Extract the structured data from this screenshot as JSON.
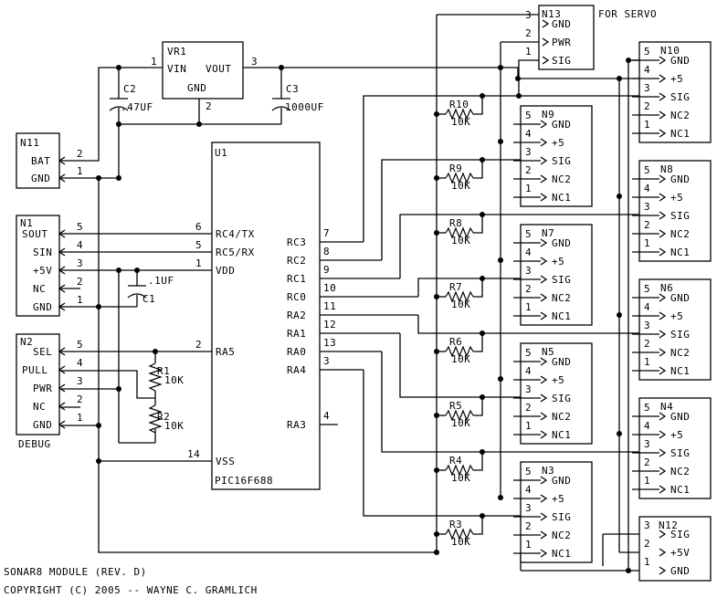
{
  "title": "SONAR8 MODULE (REV. D)",
  "copyright": "COPYRIGHT (C) 2005 -- WAYNE C. GRAMLICH",
  "servo_note": "FOR SERVO",
  "debug_label": "DEBUG",
  "vr1": {
    "name": "VR1",
    "pin_in": "VIN",
    "pin_out": "VOUT",
    "pin_gnd": "GND",
    "n_in": "1",
    "n_out": "3",
    "n_gnd": "2"
  },
  "u1": {
    "name": "U1",
    "part": "PIC16F688",
    "left_pins": [
      {
        "num": "6",
        "name": "RC4/TX"
      },
      {
        "num": "5",
        "name": "RC5/RX"
      },
      {
        "num": "1",
        "name": "VDD"
      },
      {
        "num": "2",
        "name": "RA5"
      },
      {
        "num": "14",
        "name": "VSS"
      }
    ],
    "right_pins": [
      {
        "num": "7",
        "name": "RC3"
      },
      {
        "num": "8",
        "name": "RC2"
      },
      {
        "num": "9",
        "name": "RC1"
      },
      {
        "num": "10",
        "name": "RC0"
      },
      {
        "num": "11",
        "name": "RA2"
      },
      {
        "num": "12",
        "name": "RA1"
      },
      {
        "num": "13",
        "name": "RA0"
      },
      {
        "num": "3",
        "name": "RA4"
      },
      {
        "num": "4",
        "name": "RA3"
      }
    ]
  },
  "caps": [
    {
      "name": "C2",
      "value": ".47UF"
    },
    {
      "name": "C3",
      "value": "1000UF"
    },
    {
      "name": "C1",
      "value": ".1UF"
    }
  ],
  "n11": {
    "name": "N11",
    "pins": [
      {
        "num": "2",
        "name": "BAT"
      },
      {
        "num": "1",
        "name": "GND"
      }
    ]
  },
  "n1": {
    "name": "N1",
    "pins": [
      {
        "num": "5",
        "name": "SOUT"
      },
      {
        "num": "4",
        "name": "SIN"
      },
      {
        "num": "3",
        "name": "+5V"
      },
      {
        "num": "2",
        "name": "NC"
      },
      {
        "num": "1",
        "name": "GND"
      }
    ]
  },
  "n2": {
    "name": "N2",
    "pins": [
      {
        "num": "5",
        "name": "SEL"
      },
      {
        "num": "4",
        "name": "PULL"
      },
      {
        "num": "3",
        "name": "PWR"
      },
      {
        "num": "2",
        "name": "NC"
      },
      {
        "num": "1",
        "name": "GND"
      }
    ]
  },
  "r_debug": [
    {
      "name": "R1",
      "value": "10K"
    },
    {
      "name": "R2",
      "value": "10K"
    }
  ],
  "n13": {
    "name": "N13",
    "pins": [
      {
        "num": "3",
        "name": "GND"
      },
      {
        "num": "2",
        "name": "PWR"
      },
      {
        "num": "1",
        "name": "SIG"
      }
    ]
  },
  "n12": {
    "name": "N12",
    "pins": [
      {
        "num": "3",
        "name": "SIG"
      },
      {
        "num": "2",
        "name": "+5V"
      },
      {
        "num": "1",
        "name": "GND"
      }
    ]
  },
  "sonar_pins": [
    {
      "num": "5",
      "name": "GND"
    },
    {
      "num": "4",
      "name": "+5"
    },
    {
      "num": "3",
      "name": "SIG"
    },
    {
      "num": "2",
      "name": "NC2"
    },
    {
      "num": "1",
      "name": "NC1"
    }
  ],
  "sonar_connectors": [
    "N10",
    "N9",
    "N8",
    "N7",
    "N6",
    "N5",
    "N4",
    "N3"
  ],
  "pullups": [
    {
      "name": "R10",
      "value": "10K"
    },
    {
      "name": "R9",
      "value": "10K"
    },
    {
      "name": "R8",
      "value": "10K"
    },
    {
      "name": "R7",
      "value": "10K"
    },
    {
      "name": "R6",
      "value": "10K"
    },
    {
      "name": "R5",
      "value": "10K"
    },
    {
      "name": "R4",
      "value": "10K"
    },
    {
      "name": "R3",
      "value": "10K"
    }
  ]
}
